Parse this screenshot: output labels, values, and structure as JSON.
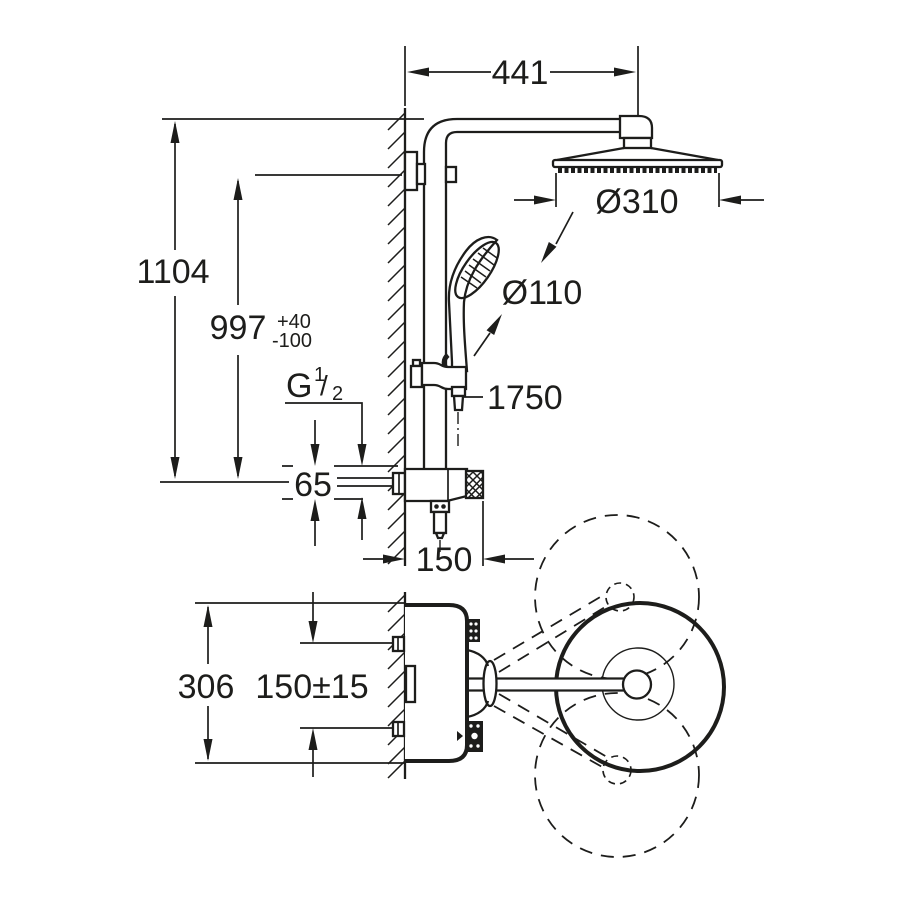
{
  "drawing": {
    "background": "#ffffff",
    "line_color": "#1d1d1b",
    "dimensions": {
      "arm_reach": "441",
      "head_diameter": "Ø310",
      "hand_shower_diameter": "Ø110",
      "hose_length": "1750",
      "total_height": "1104",
      "rail_height": "997",
      "rail_height_tol_plus": "+40",
      "rail_height_tol_minus": "-100",
      "offset_valve": "65",
      "valve_depth": "150",
      "valve_width": "306",
      "inlet_spacing": "150±15"
    },
    "thread": {
      "letter": "G",
      "numerator": "1",
      "slash": "/",
      "denominator": "2"
    }
  }
}
